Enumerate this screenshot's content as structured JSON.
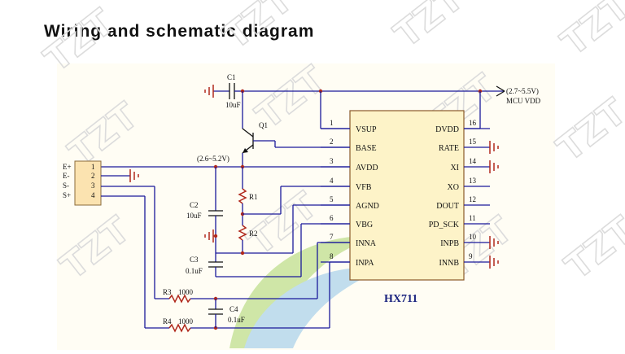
{
  "title": "Wiring and schematic diagram",
  "watermark": "TZT",
  "chip": {
    "name": "HX711",
    "left_pins": [
      {
        "num": "1",
        "name": "VSUP"
      },
      {
        "num": "2",
        "name": "BASE"
      },
      {
        "num": "3",
        "name": "AVDD"
      },
      {
        "num": "4",
        "name": "VFB"
      },
      {
        "num": "5",
        "name": "AGND"
      },
      {
        "num": "6",
        "name": "VBG"
      },
      {
        "num": "7",
        "name": "INNA"
      },
      {
        "num": "8",
        "name": "INPA"
      }
    ],
    "right_pins": [
      {
        "num": "16",
        "name": "DVDD"
      },
      {
        "num": "15",
        "name": "RATE"
      },
      {
        "num": "14",
        "name": "XI"
      },
      {
        "num": "13",
        "name": "XO"
      },
      {
        "num": "12",
        "name": "DOUT"
      },
      {
        "num": "11",
        "name": "PD_SCK"
      },
      {
        "num": "10",
        "name": "INPB"
      },
      {
        "num": "9",
        "name": "INNB"
      }
    ]
  },
  "connector": {
    "labels": [
      "E+",
      "E-",
      "S-",
      "S+"
    ],
    "pins": [
      "1",
      "2",
      "3",
      "4"
    ]
  },
  "supply": {
    "range": "(2.7~5.5V)",
    "name": "MCU VDD"
  },
  "avdd_range": "(2.6~5.2V)",
  "components": {
    "c1": {
      "ref": "C1",
      "value": "10uF"
    },
    "q1": {
      "ref": "Q1"
    },
    "r1": {
      "ref": "R1"
    },
    "r2": {
      "ref": "R2"
    },
    "c2": {
      "ref": "C2",
      "value": "10uF"
    },
    "c3": {
      "ref": "C3",
      "value": "0.1uF"
    },
    "r3": {
      "ref": "R3",
      "value": "1000"
    },
    "r4": {
      "ref": "R4",
      "value": "1000"
    },
    "c4": {
      "ref": "C4",
      "value": "0.1uF"
    }
  }
}
